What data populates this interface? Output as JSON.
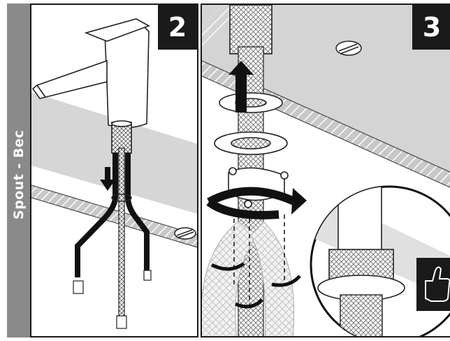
{
  "side_label": "Spout - Bec",
  "steps": [
    {
      "number": "2"
    },
    {
      "number": "3"
    }
  ],
  "colors": {
    "frame": "#1a1a1a",
    "badge_bg": "#1a1a1a",
    "side_tab": "#8a8a8a",
    "counter": "#d4d4d4",
    "counter_front": "#ececec",
    "hatch": "#ffffff"
  },
  "icons": [
    "thumbs-up-icon",
    "down-arrow-icon",
    "up-arrow-icon",
    "rotate-arrow-icon"
  ]
}
